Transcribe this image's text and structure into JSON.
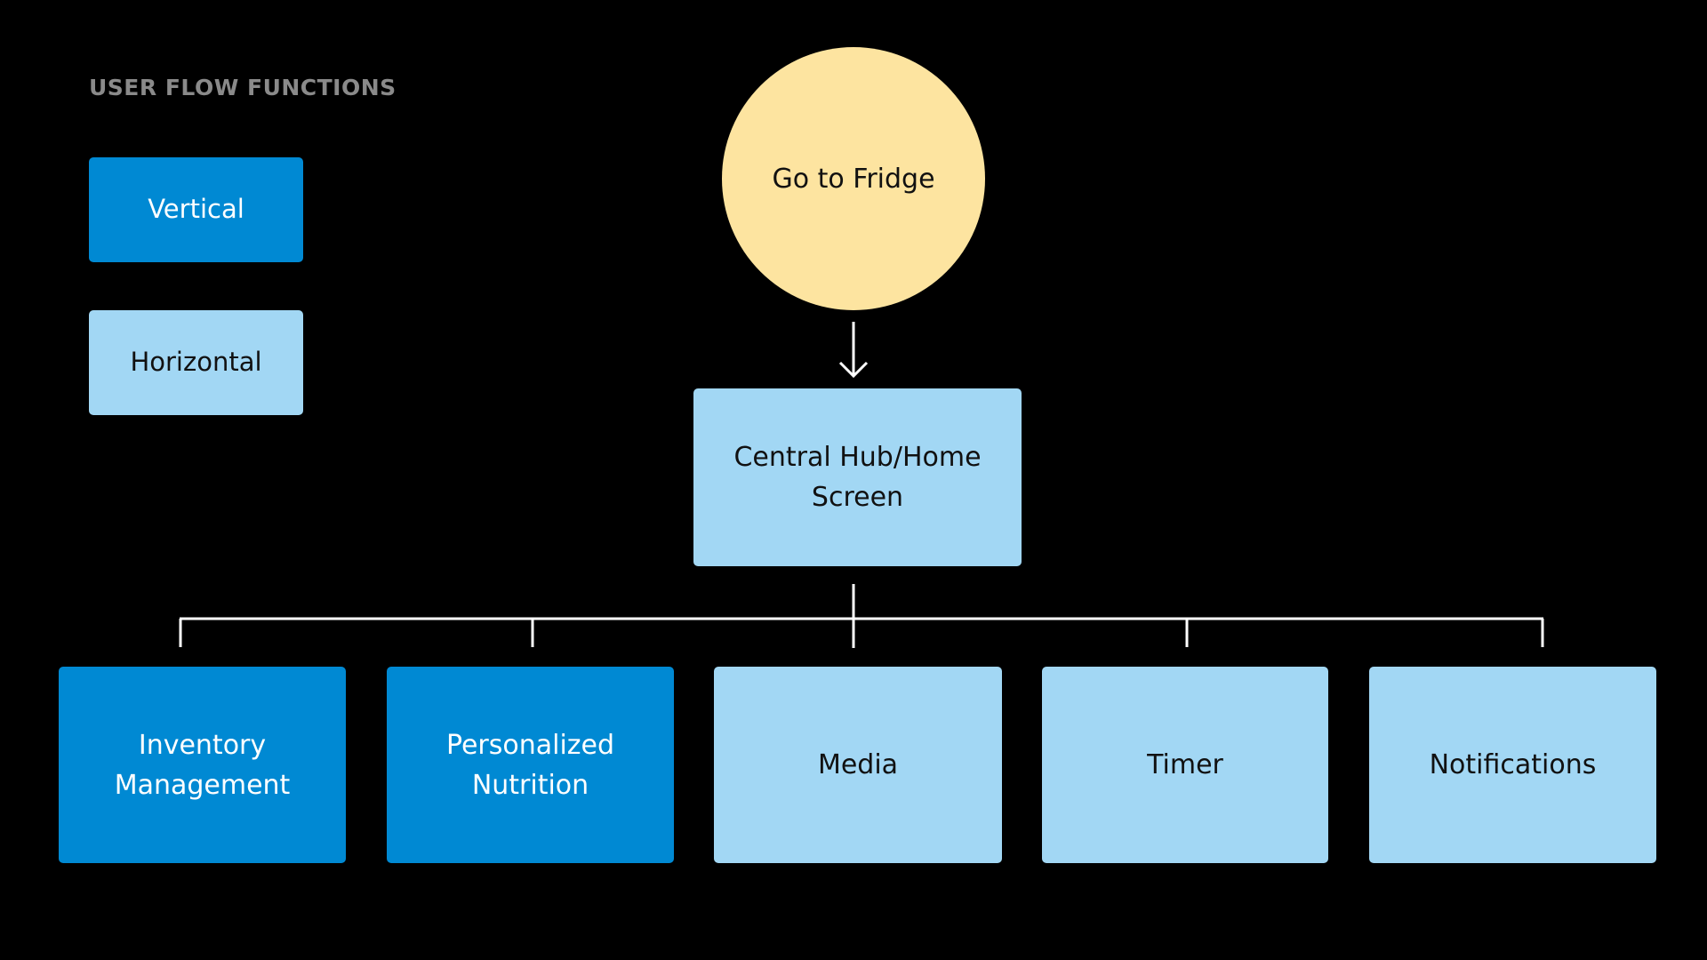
{
  "legend": {
    "title": "USER FLOW FUNCTIONS",
    "vertical_label": "Vertical",
    "horizontal_label": "Horizontal"
  },
  "flow": {
    "start": "Go to Fridge",
    "hub": "Central Hub/Home Screen",
    "functions": [
      {
        "label": "Inventory Management",
        "type": "vertical"
      },
      {
        "label": "Personalized Nutrition",
        "type": "vertical"
      },
      {
        "label": "Media",
        "type": "horizontal"
      },
      {
        "label": "Timer",
        "type": "horizontal"
      },
      {
        "label": "Notifications",
        "type": "horizontal"
      }
    ]
  },
  "colors": {
    "background": "#000000",
    "vertical": "#0089d3",
    "horizontal": "#a2d7f4",
    "start": "#fde4a0",
    "connector": "#ffffff",
    "title": "#8a8a8a"
  }
}
